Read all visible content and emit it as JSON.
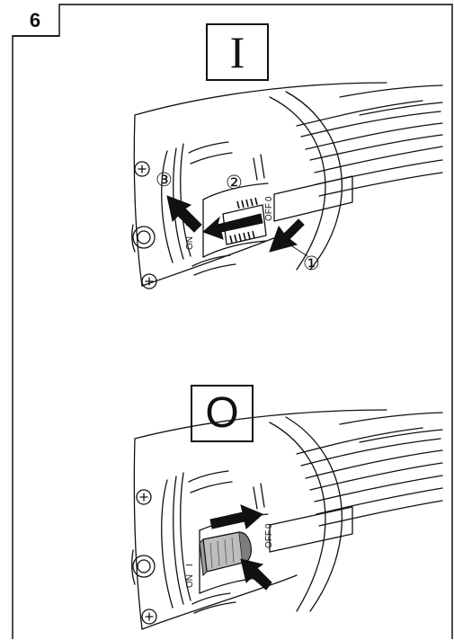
{
  "figure": {
    "number": "6"
  },
  "panel_on": {
    "symbol": "I",
    "switch_on_label": "ON",
    "switch_on_mark": "I",
    "switch_off_label": "OFF",
    "switch_off_mark": "0",
    "steps": [
      "①",
      "②",
      "③"
    ]
  },
  "panel_off": {
    "symbol": "O",
    "switch_on_label": "ON",
    "switch_on_mark": "I",
    "switch_off_label": "OFF",
    "switch_off_mark": "0"
  },
  "colors": {
    "line": "#111111",
    "switch_fill": "#bdbdbd",
    "switch_dark": "#7d7d7d"
  }
}
